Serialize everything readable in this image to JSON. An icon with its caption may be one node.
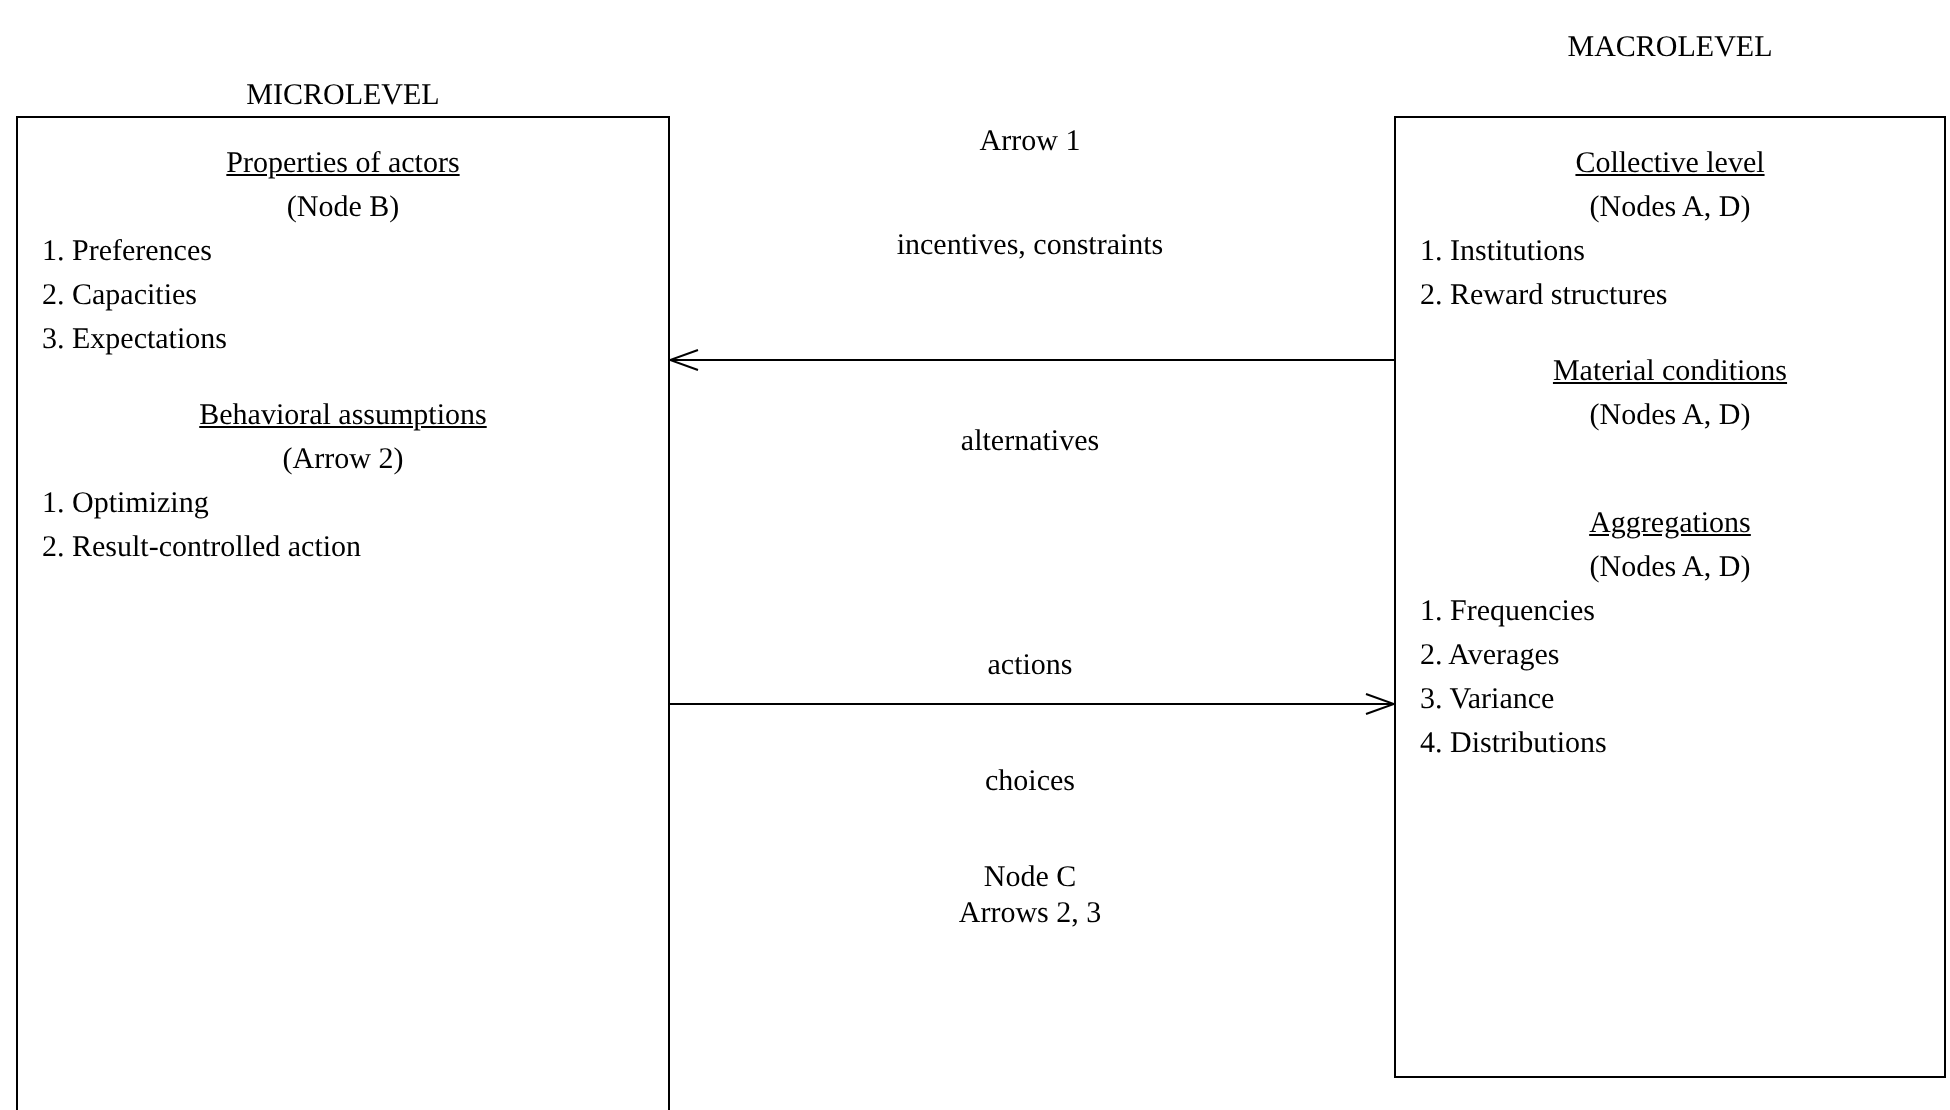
{
  "diagram": {
    "nodes": [
      {
        "text": [
          "MICROLEVEL",
          "Properties of actors",
          "(Node B)",
          "1. Preferences",
          "2. Capacities",
          "3. Expectations",
          "Behavioral assumptions",
          "(Arrow 2)",
          "1. Optimizing",
          "2. Result-controlled action"
        ]
      },
      {
        "text": [
          "MACROLEVEL",
          "Collective level",
          "(Nodes A, D)",
          "1. Institutions",
          "2. Reward structures",
          "Material conditions",
          "(Nodes A, D)",
          "Aggregations",
          "(Nodes A, D)",
          "1. Frequencies",
          "2. Averages",
          "3. Variance",
          "4. Distributions"
        ]
      }
    ],
    "edges": [
      {
        "from": 1,
        "to": 0,
        "arrow": "to",
        "label": "incentives, constraints"
      },
      {
        "from": 0,
        "to": 1,
        "arrow": "to",
        "label": "actions"
      }
    ],
    "labels": [
      "Arrow 1",
      "alternatives",
      "choices",
      "Node C",
      "Arrows 2, 3"
    ]
  }
}
